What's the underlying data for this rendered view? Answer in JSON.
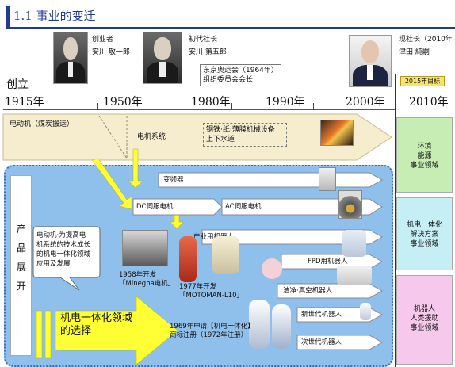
{
  "header": {
    "title": "1.1  事业的变迁"
  },
  "people": [
    {
      "role": "创业者",
      "name": "安川 敬一郎"
    },
    {
      "role": "初代社长",
      "name": "安川 第五郎"
    },
    {
      "role": "现社长（2010年",
      "name": "津田 純嗣"
    }
  ],
  "tokyo_olympics": {
    "line1": "东京奥运会（1964年）",
    "line2": "组织委员会会长"
  },
  "timeline": {
    "founded": "创立",
    "years": [
      "1915年",
      "1950年",
      "1980年",
      "1990年",
      "2000年",
      "2010年"
    ]
  },
  "target_2015": "2015年目标",
  "band": {
    "motor": "电动机（煤炭搬运）",
    "motor_system": "电机系统",
    "steel": "钢铁·纸·薄膜机械设备",
    "water": "上下水道"
  },
  "products": {
    "inverter": "变频器",
    "dc_servo": "DC伺服电机",
    "ac_servo": "AC伺服电机",
    "industrial_robot": "产业用机器人",
    "fpd_robot": "FPD用机器人",
    "clean_robot": "洁净·真空机器人",
    "new_gen_robot": "新世代机器人",
    "next_gen_robot": "次世代机器人"
  },
  "left_label": [
    "产",
    "品",
    "展",
    "开"
  ],
  "callout": [
    "电动机·为提高电",
    "机系统的技术成长",
    "的机电一体化领域",
    "应用及发展"
  ],
  "minegha": {
    "line1": "1958年开发",
    "line2": "「Minegha电机」"
  },
  "motoman": {
    "line1": "1977年开发",
    "line2": "「MOTOMAN-L10」"
  },
  "mechatronics_trademark": {
    "line1": "1969年申请【机电一体化】",
    "line2": "商标注册（1972年注册）"
  },
  "big_arrow": {
    "line1": "机电一体化领域",
    "line2": "的选择"
  },
  "right_column": [
    {
      "lines": [
        "环境",
        "能源",
        "事业领域"
      ]
    },
    {
      "lines": [
        "机电一体化",
        "解决方案",
        "事业领域"
      ]
    },
    {
      "lines": [
        "机器人",
        "人类援助",
        "事业领域"
      ]
    }
  ],
  "colors": {
    "header_blue": "#1f3d8c",
    "band_beige": "#f6edcf",
    "area_blue": "#8fc0ec",
    "arrow_yellow": "#ffff33",
    "green": "#c7ecb4",
    "cyan": "#c6eef5",
    "pink": "#f6c8ec"
  },
  "icons": [
    "portrait-founder",
    "portrait-first-president",
    "portrait-current-president",
    "factory-photo",
    "motor-photo",
    "robot-photo"
  ]
}
